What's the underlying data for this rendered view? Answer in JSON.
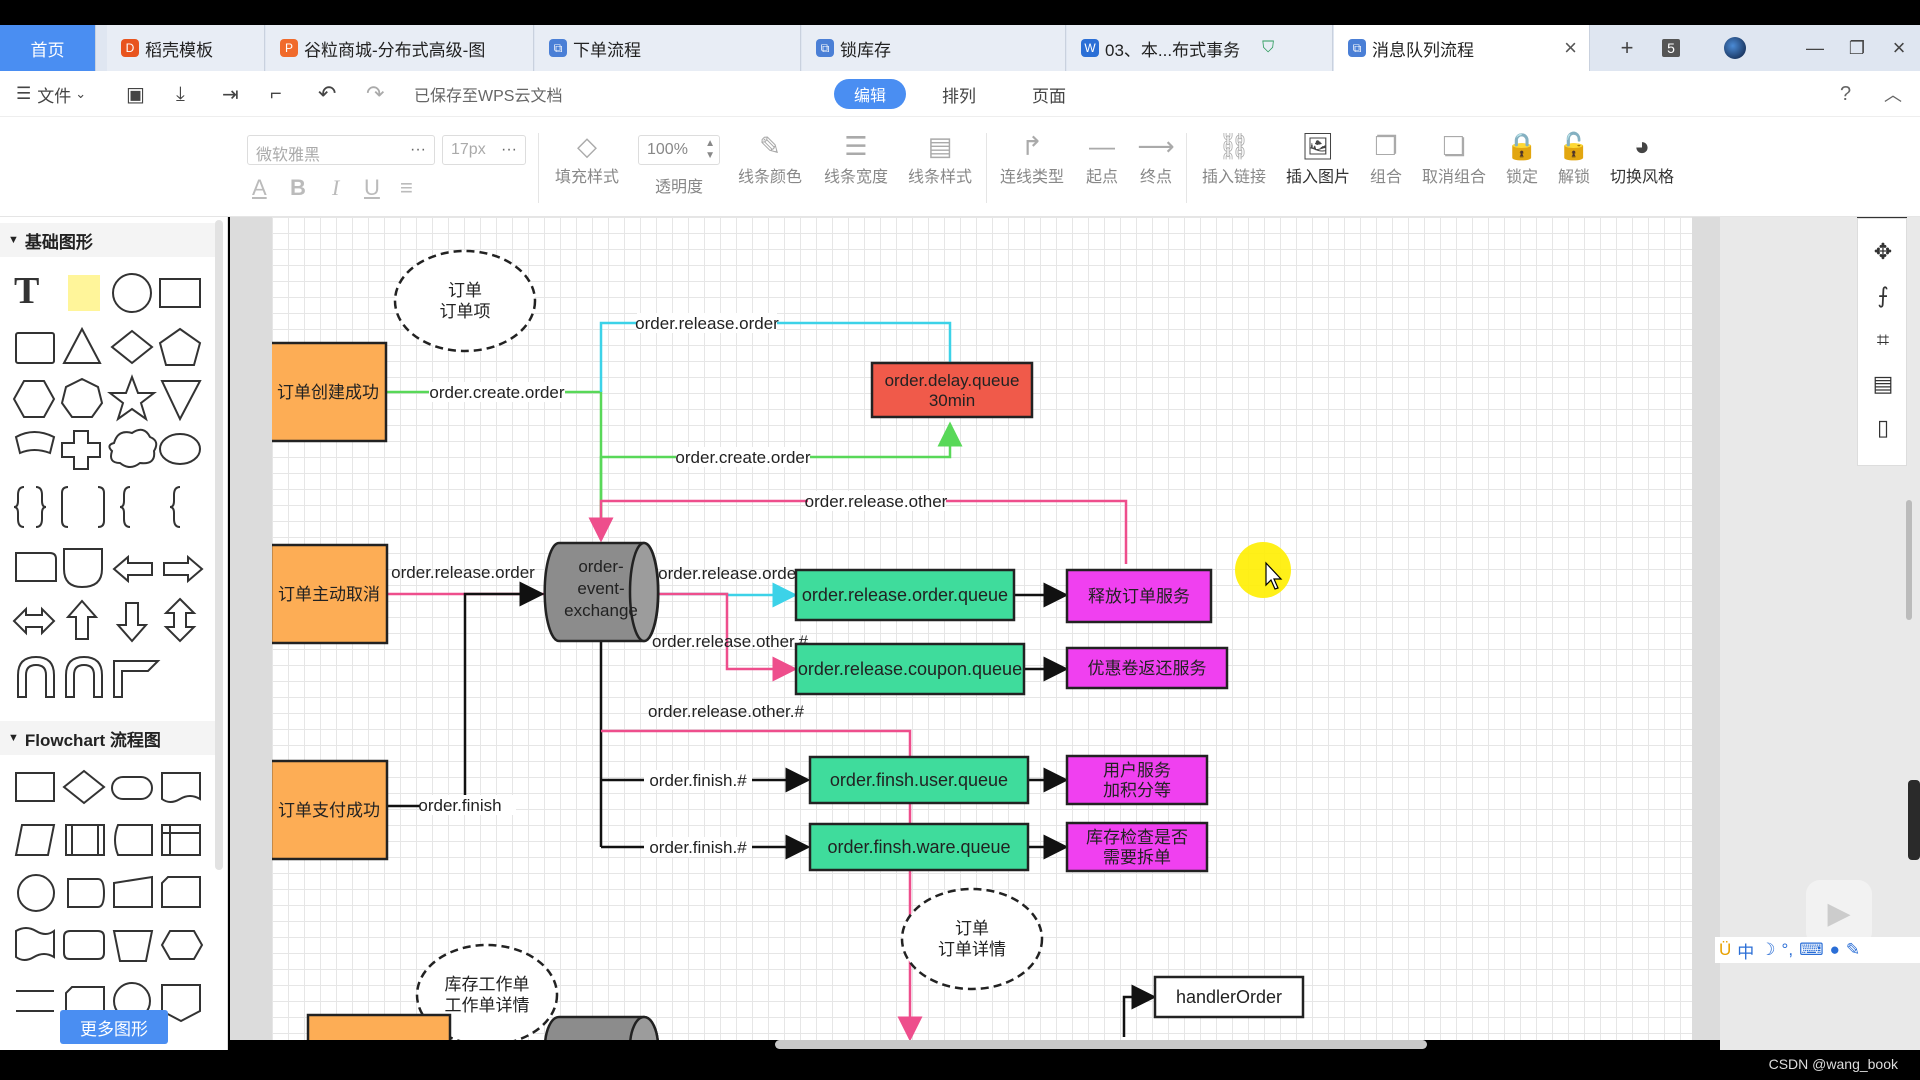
{
  "tabs": [
    {
      "label": "首页",
      "color": "#4a8ef2"
    },
    {
      "label": "稻壳模板",
      "color": "#e8541e"
    },
    {
      "label": "谷粒商城-分布式高级-图",
      "color": "#f06a2b"
    },
    {
      "label": "下单流程",
      "color": "#4a7fd6"
    },
    {
      "label": "锁库存",
      "color": "#4a7fd6"
    },
    {
      "label": "03、本...布式事务",
      "color": "#2b6fd6"
    },
    {
      "label": "消息队列流程",
      "color": "#4a7fd6"
    }
  ],
  "tab_counter": "5",
  "menu": {
    "file": "文件",
    "saved": "已保存至WPS云文档",
    "edit": "编辑",
    "arrange": "排列",
    "page": "页面",
    "help": "?"
  },
  "toolbar": {
    "font": "微软雅黑",
    "size": "17px",
    "opacity": "100%",
    "items": [
      "填充样式",
      "透明度",
      "线条颜色",
      "线条宽度",
      "线条样式",
      "连线类型",
      "起点",
      "终点",
      "插入链接",
      "插入图片",
      "组合",
      "取消组合",
      "锁定",
      "解锁",
      "切换风格"
    ],
    "format": [
      "A",
      "B",
      "I",
      "U",
      "≡"
    ]
  },
  "sidebar": {
    "basic": "基础图形",
    "flowchart": "Flowchart 流程图",
    "more": "更多图形"
  },
  "diagram": {
    "order_note": [
      "订单",
      "订单项"
    ],
    "create_success": "订单创建成功",
    "cancel": "订单主动取消",
    "pay_success": "订单支付成功",
    "exchange": [
      "order-",
      "event-",
      "exchange"
    ],
    "delay_queue": [
      "order.delay.queue",
      "30min"
    ],
    "release_order_queue": "order.release.order.queue",
    "release_coupon_queue": "order.release.coupon.queue",
    "finish_user_queue": "order.finsh.user.queue",
    "finish_ware_queue": "order.finsh.ware.queue",
    "release_service": "释放订单服务",
    "coupon_service": "优惠卷返还服务",
    "user_service": [
      "用户服务",
      "加积分等"
    ],
    "ware_service": [
      "库存检查是否",
      "需要拆单"
    ],
    "detail_note": [
      "订单",
      "订单详情"
    ],
    "work_note": [
      "库存工作单",
      "工作单详情"
    ],
    "handler": "handlerOrder",
    "labels": {
      "release_order_top": "order.release.order",
      "create_order_1": "order.create.order",
      "create_order_2": "order.create.order",
      "release_other_top": "order.release.other",
      "release_order_left": "order.release.order",
      "release_order_right": "order.release.order",
      "release_other_hash": "order.release.other.#",
      "release_other_hash2": "order.release.other.#",
      "finish": "order.finish",
      "finish_hash_1": "order.finish.#",
      "finish_hash_2": "order.finish.#"
    }
  },
  "watermark": "CSDN @wang_book"
}
